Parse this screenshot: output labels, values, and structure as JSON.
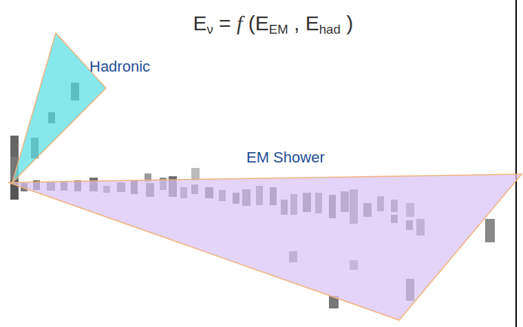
{
  "diagram": {
    "nodes": [
      {
        "text": [
          "Hadronic"
        ]
      },
      {
        "text": [
          "EM Shower"
        ]
      }
    ],
    "labels": [
      "E",
      "ν",
      "=",
      "f",
      "(E",
      "EM",
      ", E",
      "had",
      ")"
    ]
  }
}
